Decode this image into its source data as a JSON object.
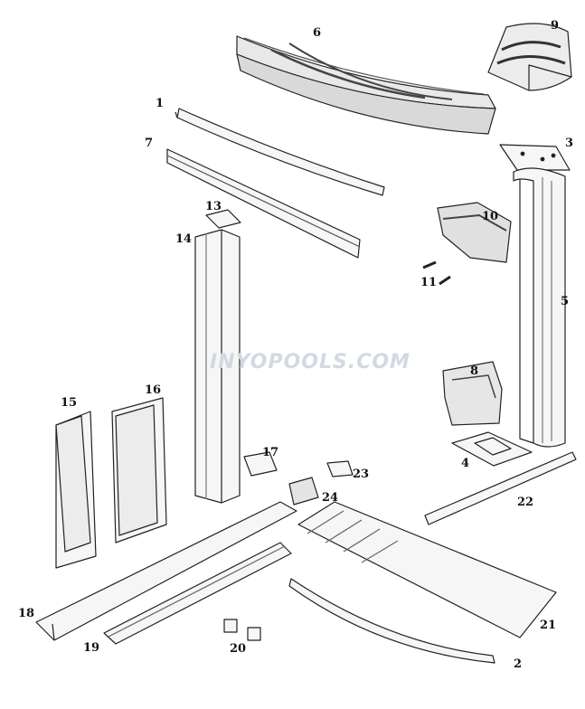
{
  "diagram": {
    "watermark": "INYOPOOLS.COM",
    "parts": [
      {
        "id": "p1",
        "label": "1"
      },
      {
        "id": "p2",
        "label": "2"
      },
      {
        "id": "p3",
        "label": "3"
      },
      {
        "id": "p4",
        "label": "4"
      },
      {
        "id": "p5",
        "label": "5"
      },
      {
        "id": "p6",
        "label": "6"
      },
      {
        "id": "p7",
        "label": "7"
      },
      {
        "id": "p8",
        "label": "8"
      },
      {
        "id": "p9",
        "label": "9"
      },
      {
        "id": "p10",
        "label": "10"
      },
      {
        "id": "p11",
        "label": "11"
      },
      {
        "id": "p13",
        "label": "13"
      },
      {
        "id": "p14",
        "label": "14"
      },
      {
        "id": "p15",
        "label": "15"
      },
      {
        "id": "p16",
        "label": "16"
      },
      {
        "id": "p17",
        "label": "17"
      },
      {
        "id": "p18",
        "label": "18"
      },
      {
        "id": "p19",
        "label": "19"
      },
      {
        "id": "p20",
        "label": "20"
      },
      {
        "id": "p21",
        "label": "21"
      },
      {
        "id": "p22",
        "label": "22"
      },
      {
        "id": "p23",
        "label": "23"
      },
      {
        "id": "p24",
        "label": "24"
      }
    ]
  }
}
